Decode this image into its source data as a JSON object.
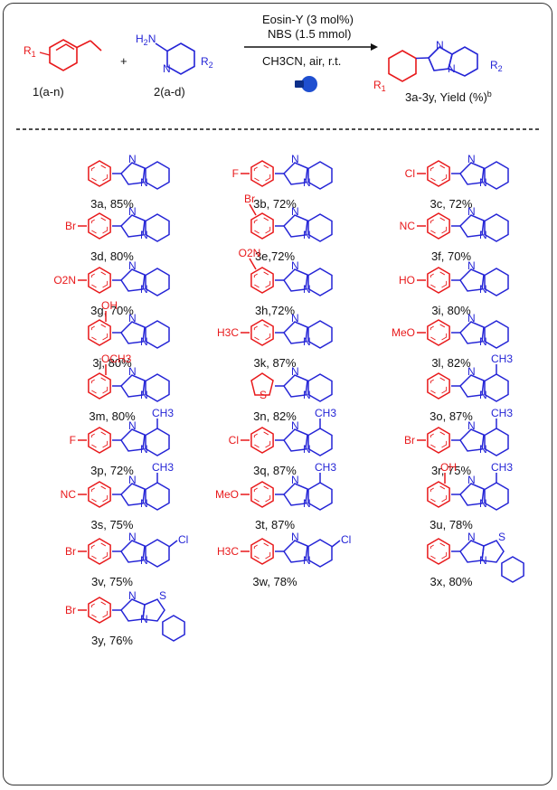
{
  "scheme": {
    "r1": "R",
    "r1_sub": "1",
    "r2": "R",
    "r2_sub": "2",
    "amine": "H2N",
    "amine_sub": "2",
    "plus": "+",
    "reactant1_label": "1(a-n)",
    "reactant2_label": "2(a-d)",
    "condition_1": "Eosin-Y (3 mol%)",
    "condition_2": "NBS (1.5 mmol)",
    "condition_3": "CH3CN, air, r.t.",
    "product_label": "3a-3y, Yield (%)",
    "product_label_sup": "b",
    "atom_n": "N",
    "atom_s": "S"
  },
  "compounds": [
    {
      "label": "3a, 85%",
      "aryl": "phenyl",
      "sub": "",
      "pos": "",
      "pyr_sub": ""
    },
    {
      "label": "3b, 72%",
      "aryl": "phenyl",
      "sub": "F",
      "pos": "para",
      "pyr_sub": ""
    },
    {
      "label": "3c, 72%",
      "aryl": "phenyl",
      "sub": "Cl",
      "pos": "para",
      "pyr_sub": ""
    },
    {
      "label": "3d, 80%",
      "aryl": "phenyl",
      "sub": "Br",
      "pos": "para",
      "pyr_sub": ""
    },
    {
      "label": "3e,72%",
      "aryl": "phenyl",
      "sub": "Br",
      "pos": "meta",
      "pyr_sub": ""
    },
    {
      "label": "3f, 70%",
      "aryl": "phenyl",
      "sub": "NC",
      "pos": "para",
      "pyr_sub": ""
    },
    {
      "label": "3g, 70%",
      "aryl": "phenyl",
      "sub": "O2N",
      "pos": "para",
      "pyr_sub": ""
    },
    {
      "label": "3h,72%",
      "aryl": "phenyl",
      "sub": "O2N",
      "pos": "meta",
      "pyr_sub": ""
    },
    {
      "label": "3i, 80%",
      "aryl": "phenyl",
      "sub": "HO",
      "pos": "para",
      "pyr_sub": ""
    },
    {
      "label": "3j, 80%",
      "aryl": "phenyl",
      "sub": "OH",
      "pos": "ortho",
      "pyr_sub": ""
    },
    {
      "label": "3k, 87%",
      "aryl": "phenyl",
      "sub": "H3C",
      "pos": "para",
      "pyr_sub": ""
    },
    {
      "label": "3l, 82%",
      "aryl": "phenyl",
      "sub": "MeO",
      "pos": "para",
      "pyr_sub": ""
    },
    {
      "label": "3m, 80%",
      "aryl": "phenyl",
      "sub": "OCH3",
      "pos": "ortho",
      "pyr_sub": ""
    },
    {
      "label": "3n, 82%",
      "aryl": "thienyl",
      "sub": "",
      "pos": "",
      "pyr_sub": ""
    },
    {
      "label": "3o, 87%",
      "aryl": "phenyl",
      "sub": "",
      "pos": "",
      "pyr_sub": "CH3"
    },
    {
      "label": "3p, 72%",
      "aryl": "phenyl",
      "sub": "F",
      "pos": "para",
      "pyr_sub": "CH3"
    },
    {
      "label": "3q, 87%",
      "aryl": "phenyl",
      "sub": "Cl",
      "pos": "para",
      "pyr_sub": "CH3"
    },
    {
      "label": "3r, 75%",
      "aryl": "phenyl",
      "sub": "Br",
      "pos": "para",
      "pyr_sub": "CH3"
    },
    {
      "label": "3s, 75%",
      "aryl": "phenyl",
      "sub": "NC",
      "pos": "para",
      "pyr_sub": "CH3"
    },
    {
      "label": "3t, 87%",
      "aryl": "phenyl",
      "sub": "MeO",
      "pos": "para",
      "pyr_sub": "CH3"
    },
    {
      "label": "3u, 78%",
      "aryl": "phenyl",
      "sub": "OH",
      "pos": "ortho",
      "pyr_sub": "CH3"
    },
    {
      "label": "3v, 75%",
      "aryl": "phenyl",
      "sub": "Br",
      "pos": "para",
      "pyr_sub": "Cl"
    },
    {
      "label": "3w, 78%",
      "aryl": "phenyl",
      "sub": "H3C",
      "pos": "para",
      "pyr_sub": "Cl"
    },
    {
      "label": "3x, 80%",
      "aryl": "phenyl",
      "sub": "",
      "pos": "",
      "pyr_sub": "benzothiazole"
    },
    {
      "label": "3y, 76%",
      "aryl": "phenyl",
      "sub": "Br",
      "pos": "para",
      "pyr_sub": "benzothiazole"
    }
  ],
  "colors": {
    "aryl": "#e8191b",
    "heterocycle": "#2424d6",
    "text": "#111111"
  }
}
